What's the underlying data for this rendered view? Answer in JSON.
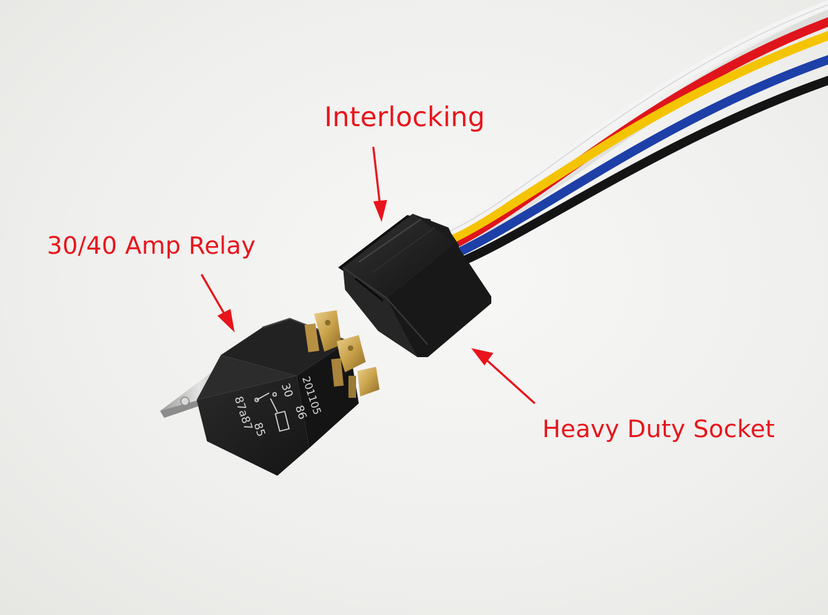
{
  "callouts": {
    "interlocking": "Interlocking",
    "relay": "30/40 Amp Relay",
    "socket": "Heavy Duty Socket"
  },
  "relay_markings": {
    "date_code": "201105",
    "pin_30": "30",
    "pin_86": "86",
    "pin_87a_87": "87a87",
    "pin_85": "85"
  },
  "colors": {
    "callout_red": "#e8141b",
    "wire_white": "#f4f4f4",
    "wire_red": "#e0141c",
    "wire_yellow": "#f5c400",
    "wire_blue": "#1d3fa8",
    "wire_black": "#141414",
    "housing_black": "#1a1a1a",
    "terminal_brass": "#c9a14a"
  }
}
